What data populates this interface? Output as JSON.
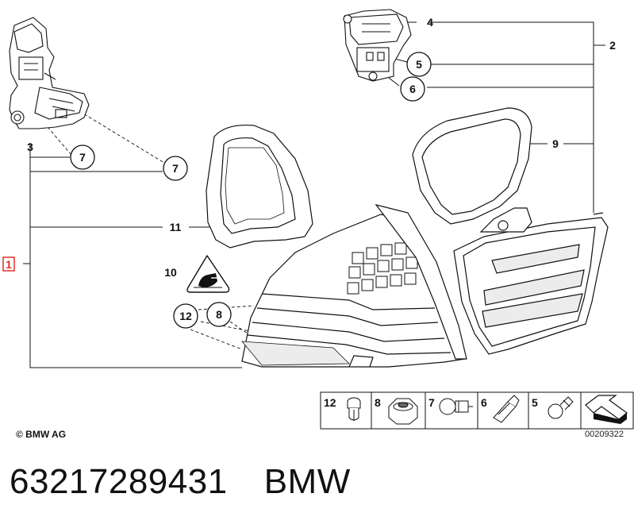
{
  "callouts": {
    "c1": "1",
    "c2": "2",
    "c3": "3",
    "c4": "4",
    "c5": "5",
    "c6": "6",
    "c7a": "7",
    "c7b": "7",
    "c8": "8",
    "c9": "9",
    "c10": "10",
    "c11": "11",
    "c12": "12"
  },
  "legend": {
    "items": [
      {
        "number": "12",
        "icon": "clip-icon"
      },
      {
        "number": "8",
        "icon": "nut-icon"
      },
      {
        "number": "7",
        "icon": "bulb-ball-icon"
      },
      {
        "number": "6",
        "icon": "bulb-wedge-icon"
      },
      {
        "number": "5",
        "icon": "bulb-small-icon"
      }
    ],
    "arrow_icon": "direction-arrow-icon"
  },
  "copyright": "© BMW AG",
  "drawing_number": "00209322",
  "part_number": "63217289431",
  "brand": "BMW",
  "colors": {
    "highlight_box": "#e0302a",
    "line": "#111111"
  }
}
